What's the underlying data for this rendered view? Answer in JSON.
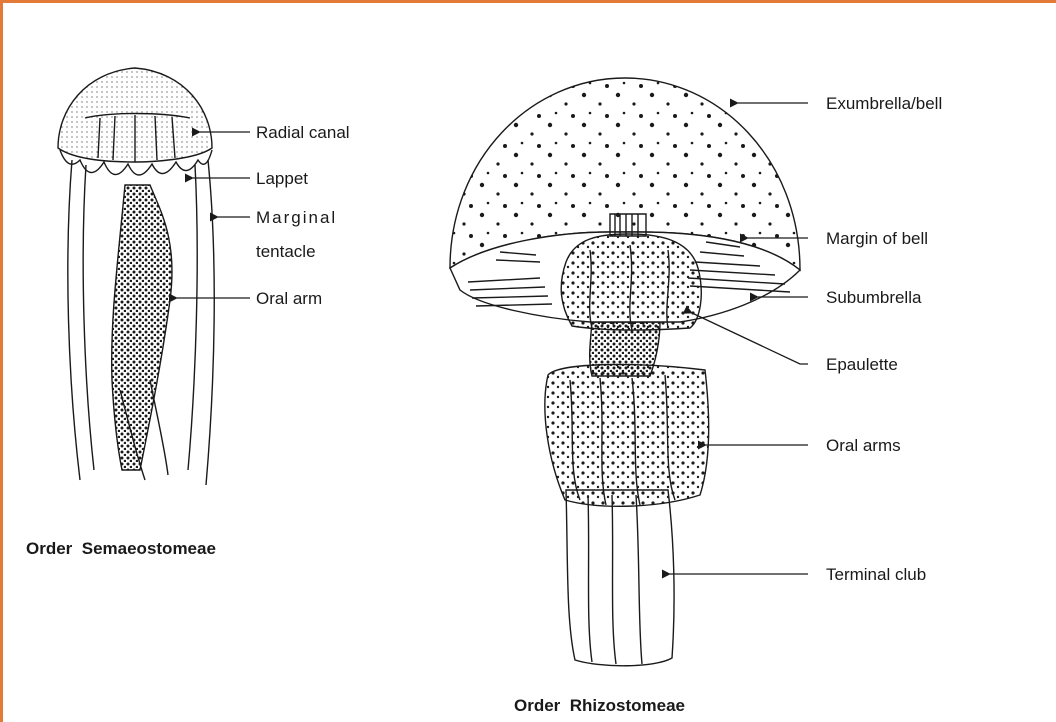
{
  "diagrams": [
    {
      "caption": "Order  Semaeostomeae",
      "labels": {
        "radial_canal": "Radial canal",
        "lappet": "Lappet",
        "marginal_tentacle_1": "Marginal",
        "marginal_tentacle_2": "tentacle",
        "oral_arm": "Oral arm"
      }
    },
    {
      "caption": "Order  Rhizostomeae",
      "labels": {
        "exumbrella": "Exumbrella/bell",
        "margin_of_bell": "Margin of bell",
        "subumbrella": "Subumbrella",
        "epaulette": "Epaulette",
        "oral_arms": "Oral arms",
        "terminal_club": "Terminal club"
      }
    }
  ],
  "colors": {
    "frame_border": "#e37a37",
    "ink": "#1a1a1a"
  }
}
